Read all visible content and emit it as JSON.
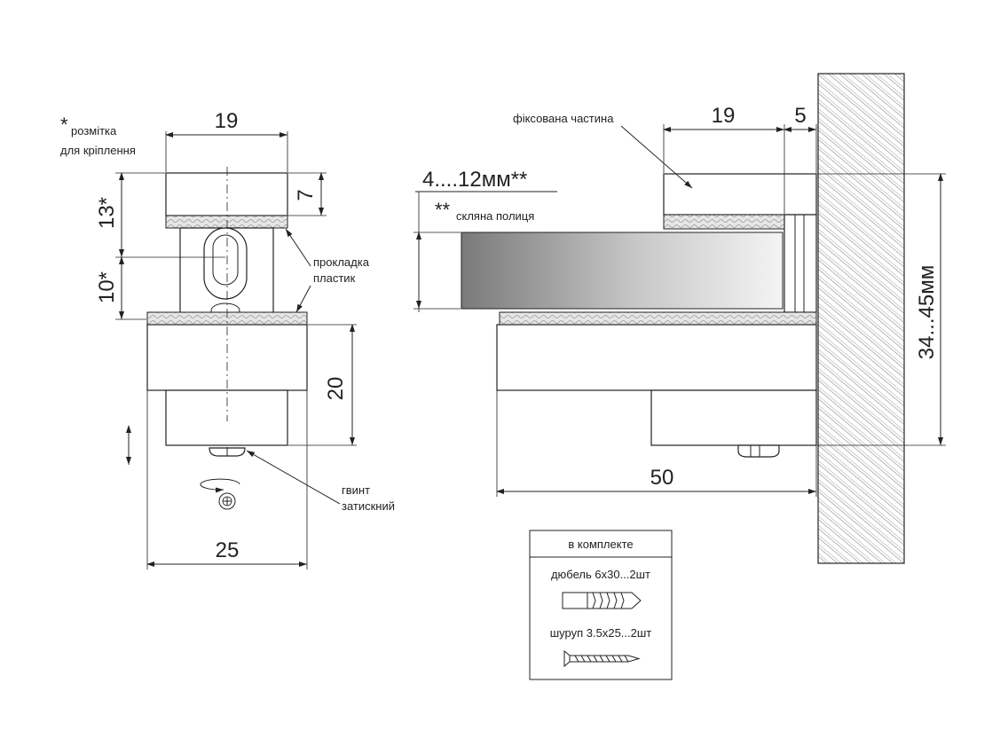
{
  "front_view": {
    "dim_top_width": "19",
    "dim_bottom_width": "25",
    "dim_upper_height": "13*",
    "dim_slot": "10*",
    "dim_cap_height": "7",
    "dim_body_height": "20",
    "note_star": "*",
    "note_mounting": "розмітка",
    "note_mounting2": "для кріплення",
    "label_gasket": "прокладка",
    "label_gasket2": "пластик",
    "label_screw": "гвинт",
    "label_screw2": "затискний"
  },
  "side_view": {
    "dim_fixed_width": "19",
    "dim_gap": "5",
    "dim_glass_range": "4....12мм**",
    "note_glass_star": "**",
    "note_glass": "скляна полиця",
    "label_fixed": "фіксована частина",
    "dim_total_height": "34...45мм",
    "dim_depth": "50"
  },
  "kit": {
    "title": "в комплекте",
    "item1": "дюбель 6х30...2шт",
    "item2": "шуруп 3.5х25...2шт"
  }
}
